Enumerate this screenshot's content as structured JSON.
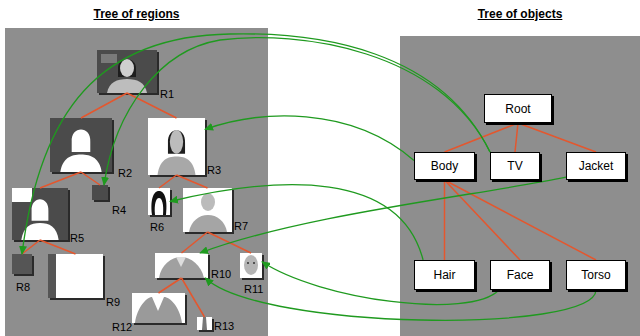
{
  "diagram": {
    "nodes": [
      {
        "text": [
          "Tree of regions"
        ]
      },
      {
        "text": [
          "R1"
        ],
        "in": 0
      },
      {
        "text": [
          "R2"
        ],
        "in": 0
      },
      {
        "text": [
          "R3"
        ],
        "in": 0
      },
      {
        "text": [
          "R4"
        ],
        "in": 0
      },
      {
        "text": [
          "R5"
        ],
        "in": 0
      },
      {
        "text": [
          "R6"
        ],
        "in": 0
      },
      {
        "text": [
          "R7"
        ],
        "in": 0
      },
      {
        "text": [
          "R8"
        ],
        "in": 0
      },
      {
        "text": [
          "R9"
        ],
        "in": 0
      },
      {
        "text": [
          "R10"
        ],
        "in": 0
      },
      {
        "text": [
          "R11"
        ],
        "in": 0
      },
      {
        "text": [
          "R12"
        ],
        "in": 0
      },
      {
        "text": [
          "R13"
        ],
        "in": 0
      },
      {
        "text": [
          "Tree of objects"
        ]
      },
      {
        "text": [
          "Root"
        ],
        "in": 14
      },
      {
        "text": [
          "Body"
        ],
        "in": 14
      },
      {
        "text": [
          "TV"
        ],
        "in": 14
      },
      {
        "text": [
          "Jacket"
        ],
        "in": 14
      },
      {
        "text": [
          "Hair"
        ],
        "in": 14
      },
      {
        "text": [
          "Face"
        ],
        "in": 14
      },
      {
        "text": [
          "Torso"
        ],
        "in": 14
      }
    ],
    "edges": [
      {
        "from": 1,
        "to": 2,
        "arrow": "none"
      },
      {
        "from": 1,
        "to": 3,
        "arrow": "none"
      },
      {
        "from": 2,
        "to": 4,
        "arrow": "none"
      },
      {
        "from": 2,
        "to": 5,
        "arrow": "none"
      },
      {
        "from": 3,
        "to": 6,
        "arrow": "none"
      },
      {
        "from": 3,
        "to": 7,
        "arrow": "none"
      },
      {
        "from": 5,
        "to": 8,
        "arrow": "none"
      },
      {
        "from": 5,
        "to": 9,
        "arrow": "none"
      },
      {
        "from": 7,
        "to": 10,
        "arrow": "none"
      },
      {
        "from": 7,
        "to": 11,
        "arrow": "none"
      },
      {
        "from": 10,
        "to": 12,
        "arrow": "none"
      },
      {
        "from": 10,
        "to": 13,
        "arrow": "none"
      },
      {
        "from": 15,
        "to": 16,
        "arrow": "none"
      },
      {
        "from": 15,
        "to": 17,
        "arrow": "none"
      },
      {
        "from": 15,
        "to": 18,
        "arrow": "none"
      },
      {
        "from": 16,
        "to": 19,
        "arrow": "none"
      },
      {
        "from": 16,
        "to": 20,
        "arrow": "none"
      },
      {
        "from": 16,
        "to": 21,
        "arrow": "none"
      },
      {
        "from": 16,
        "to": 3,
        "arrow": "to"
      },
      {
        "from": 17,
        "to": 4,
        "arrow": "to"
      },
      {
        "from": 17,
        "to": 8,
        "arrow": "to"
      },
      {
        "from": 18,
        "to": 10,
        "arrow": "to"
      },
      {
        "from": 19,
        "to": 6,
        "arrow": "to"
      },
      {
        "from": 20,
        "to": 11,
        "arrow": "to"
      },
      {
        "from": 21,
        "to": 10,
        "arrow": "to"
      }
    ]
  }
}
